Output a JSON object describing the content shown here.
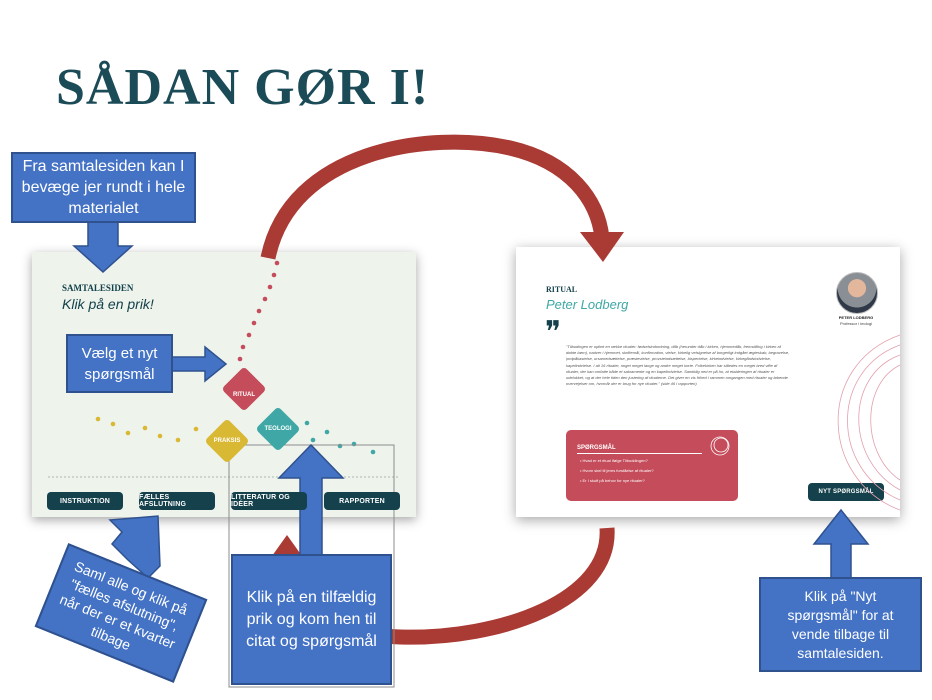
{
  "title": "SÅDAN GØR I!",
  "left_slide": {
    "heading": "SAMTALESIDEN",
    "subheading": "Klik på en prik!",
    "diamonds": {
      "ritual": "RITUAL",
      "teologi": "TEOLOGI",
      "praksis": "PRAKSIS"
    },
    "buttons": [
      "INSTRUKTION",
      "FÆLLES AFSLUTNING",
      "LITTERATUR OG IDÉER",
      "RAPPORTEN"
    ]
  },
  "right_slide": {
    "category": "RITUAL",
    "name": "Peter Lodberg",
    "person_name": "PETER LODBERG",
    "person_title": "Professor i teologi",
    "quote_mark": "❞",
    "quote": "\"Tilbudingen er opført en række ritualer: fødselsindordning, dåb (herunder dåb i kirken, hjemmedåb, fremstilling i kirken af døbte børn), nadver i hjemmet, skriftemål, konfirmation, vielse, kirkelig velsignelse af borgerligt indgået ægteskab, begravelse, jordpåkastelse, ursamedsættelse, præstevielse, provsteindsættelse, bispevielse, kirkeindvielse, kirkegårdsindvielse, kapelindvielse. I alt 16 ritualer, noget meget lange og andre meget korte. Folkekirken har således en meget bred vifte af ritualer, der kan omfatte både et sakramente og en kapelindvielse. Samtidig ned er på ho, at etableringen af ritualer er udelukket, og at der hele tiden den justering af ritualerne. Det giver en vis frihed i rammen omgangen med ritualer og løbende overvejelser om, hvornår der er brug for nye ritualer.\" (side 46 i rapporten)",
    "questions_title": "SPØRGSMÅL",
    "questions": [
      "Hvad er et ritual ifølge Tilbuddingen?",
      "Hvorn skel til jeres forståelse af ritualer?",
      "Er I skuft på behov for nye ritualer?"
    ],
    "button": "NYT SPØRGSMÅL"
  },
  "callouts": {
    "top_left": "Fra samtalesiden kan I bevæge jer rundt i hele materialet",
    "mid_left": "Vælg et nyt spørgsmål",
    "bottom_left": "Saml alle og klik på \"fælles afslutning\", når der er et kvarter tilbage",
    "bottom_center": "Klik på en tilfældig prik og kom hen til citat og spørgsmål",
    "bottom_right": "Klik på \"Nyt spørgsmål\" for at vende tilbage til samtalesiden."
  },
  "colors": {
    "title": "#1b4b57",
    "callout": "#4472c4",
    "arc": "#a93a34",
    "ritual": "#c54c5a",
    "teologi": "#3fa8a6",
    "praksis": "#d9b834",
    "nav": "#14414b"
  }
}
